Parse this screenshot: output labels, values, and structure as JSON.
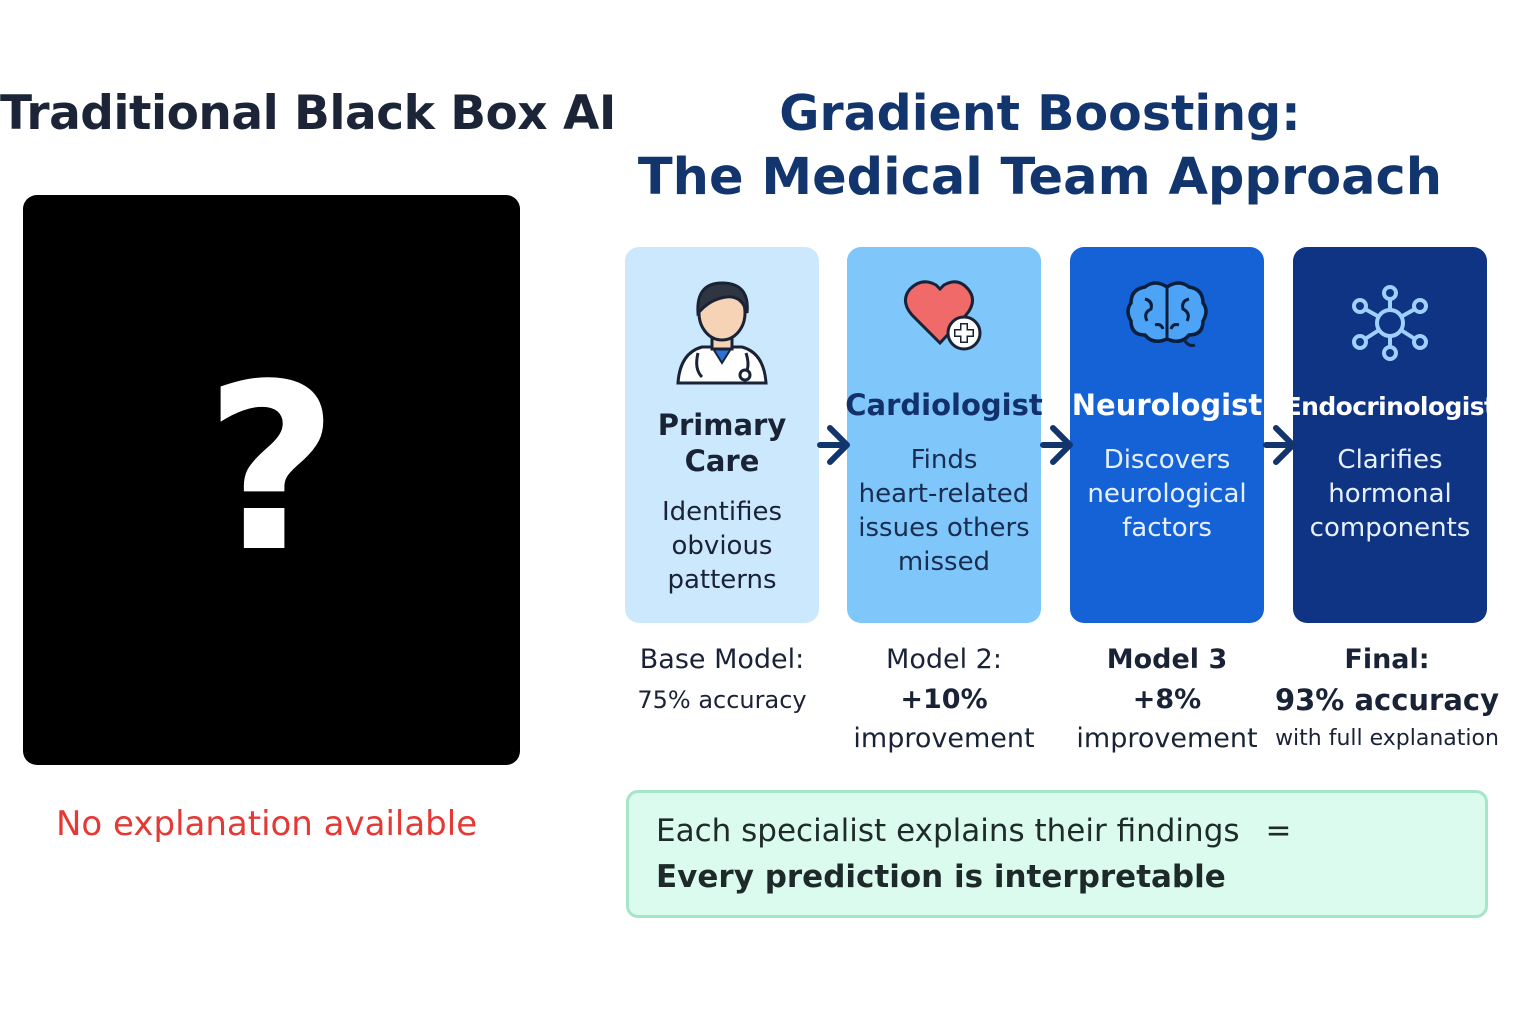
{
  "left": {
    "title": "Traditional Black Box AI",
    "box_symbol": "?",
    "caption": "No explanation available"
  },
  "right": {
    "title_line1": "Gradient Boosting:",
    "title_line2": "The Medical Team Approach"
  },
  "cards": [
    {
      "icon": "doctor-icon",
      "role": "Primary Care",
      "role_lines": [
        "Primary",
        "Care"
      ],
      "desc_lines": [
        "Identifies",
        "obvious",
        "patterns"
      ],
      "color": "#cce8fd"
    },
    {
      "icon": "heart-plus-icon",
      "role": "Cardiologist",
      "desc_lines": [
        "Finds",
        "heart-related",
        "issues others",
        "missed"
      ],
      "color": "#7fc6fb"
    },
    {
      "icon": "brain-icon",
      "role": "Neurologist",
      "desc_lines": [
        "Discovers",
        "neurological",
        "factors"
      ],
      "color": "#1562d6"
    },
    {
      "icon": "hormone-network-icon",
      "role": "Endocrinologist",
      "desc_lines": [
        "Clarifies",
        "hormonal",
        "components"
      ],
      "color": "#0f3484"
    }
  ],
  "metrics": [
    {
      "line1": "Base Model:",
      "line2": "75% accuracy",
      "line3": ""
    },
    {
      "line1": "Model 2:",
      "line2": "+10%",
      "line3": "improvement"
    },
    {
      "line1": "Model 3",
      "line2": "+8%",
      "line3": "improvement"
    },
    {
      "line1": "Final:",
      "line2": "93% accuracy",
      "line3": "with full explanation"
    }
  ],
  "summary": {
    "line1": "Each specialist explains their findings",
    "equals": "=",
    "line2": "Every prediction is interpretable"
  },
  "colors": {
    "title_navy": "#13356e",
    "caption_red": "#e53935",
    "summary_bg": "#dbfbee",
    "summary_border": "#a6e6c8",
    "arrow": "#13356e"
  }
}
